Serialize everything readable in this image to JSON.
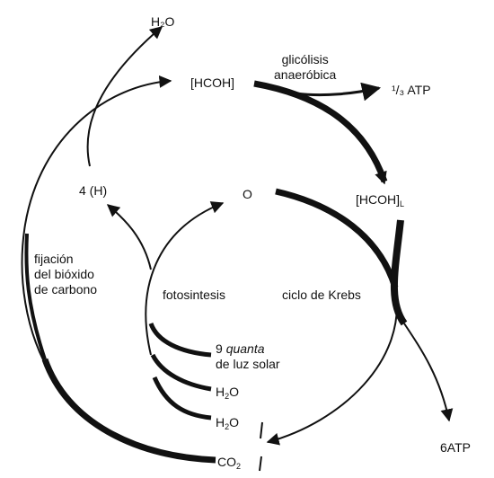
{
  "labels": {
    "water_top": "H₂O",
    "hcoh": "[HCOH]",
    "glycolysis_line1": "glicólisis",
    "glycolysis_line2": "anaeróbica",
    "half_atp": "¹/₃ ATP",
    "four_h": "4 (H)",
    "oxygen": "O",
    "hcoh_l_base": "[HCOH]",
    "hcoh_l_sub": "L",
    "fixation_line1": "fijación",
    "fixation_line2": "del bióxido",
    "fixation_line3": "de carbono",
    "photosynthesis": "fotosintesis",
    "krebs": "ciclo de Krebs",
    "quanta_number": "9",
    "quanta_word": "quanta",
    "quanta_line2": "de luz solar",
    "water_mid_base": "H",
    "water_mid_sub": "2",
    "water_mid_tail": "O",
    "water_low_base": "H",
    "water_low_sub": "2",
    "water_low_tail": "O",
    "co2_base": "CO",
    "co2_sub": "2",
    "six_atp": "6ATP"
  },
  "colors": {
    "ink": "#111111",
    "background": "#ffffff"
  }
}
